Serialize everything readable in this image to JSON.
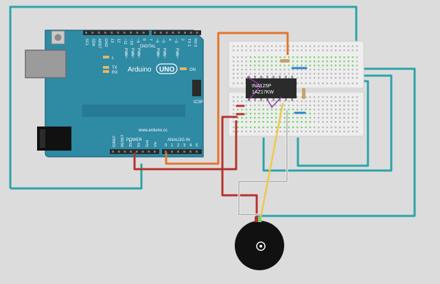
{
  "canvas": {
    "background": "#dcdcdc"
  },
  "colors": {
    "board": "#2f8aa4",
    "board_dark": "#1f6680",
    "board_edge": "#236f87",
    "header": "#2a2a2a",
    "breadboard": "#eeeeee",
    "wire_teal": "#2aa3a8",
    "wire_red": "#b7312c",
    "wire_orange": "#e3742b",
    "wire_white": "#f4f4f4",
    "wire_gray": "#9a9a9a",
    "wire_yellow": "#f0c74a",
    "chip": "#2b2b2b",
    "chip_highlight": "#8a3aa6",
    "resistor": "#c9a06a",
    "piezo": "#111111",
    "hole_green": "#7ad36b",
    "blue_jumper": "#2d7fd6"
  },
  "arduino": {
    "brand": "Arduino",
    "model": "UNO",
    "on_label": "ON",
    "website": "www.arduino.cc",
    "led_l": "L",
    "led_tx": "TX",
    "led_rx": "RX",
    "icsp_label": "ICSP",
    "digital_label": "DIGITAL",
    "power_label": "POWER",
    "analog_label": "ANALOG IN",
    "top_pins": [
      "SCL",
      "SDA",
      "AREF",
      "GND",
      "13",
      "12",
      "~11",
      "~10",
      "~9",
      "8",
      "7",
      "~6",
      "~5",
      "4",
      "~3",
      "2",
      "TX 1",
      "RX 0"
    ],
    "pwm_labels": [
      "PWM~",
      "PWM~",
      "PWM~",
      "PWM~",
      "PWM~",
      "PWM~"
    ],
    "bottom_pins": [
      "IOREF",
      "RESET",
      "3V3",
      "5V",
      "Gnd",
      "Vin"
    ],
    "analog_pins": [
      "0",
      "1",
      "2",
      "3",
      "4",
      "5"
    ]
  },
  "chip": {
    "line1": "INA125P",
    "line2": "1AZ17KW"
  },
  "icons": [
    "usb-port-icon",
    "power-jack-icon",
    "reset-button-icon",
    "piezo-buzzer-icon",
    "resistor-icon",
    "ic-chip-icon"
  ]
}
